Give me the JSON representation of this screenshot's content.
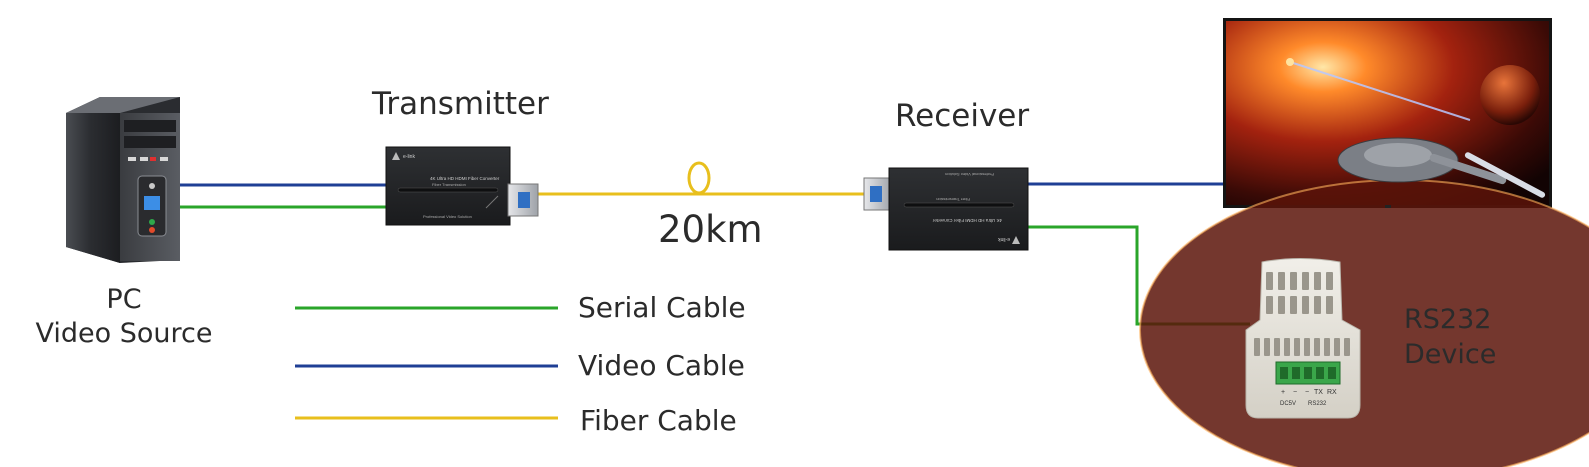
{
  "labels": {
    "pc_line1": "PC",
    "pc_line2": "Video Source",
    "transmitter": "Transmitter",
    "receiver": "Receiver",
    "distance": "20km",
    "rs232_line1": "RS232",
    "rs232_line2": "Device"
  },
  "legend": [
    {
      "label": "Serial Cable",
      "color": "#2aa52a"
    },
    {
      "label": "Video Cable",
      "color": "#1f3f95"
    },
    {
      "label": "Fiber Cable",
      "color": "#e8bf1d"
    }
  ],
  "device_text": {
    "brand": "e-link",
    "tx_title": "4K Ultra HD HDMI Fiber Converter",
    "tx_sub": "Fiber Transmission",
    "tx_footer": "Professional Video Solution",
    "rx_title": "4K Ultra HD HDMI Fiber Converter",
    "rx_sub": "Fiber Transmission",
    "rx_footer": "Professional Video Solution"
  },
  "rs232_terminals": {
    "pins": [
      "+",
      "−",
      "−",
      "TX",
      "RX"
    ],
    "dc_label": "DC5V",
    "rs_label": "RS232"
  },
  "colors": {
    "serial": "#2aa52a",
    "video": "#1f3f95",
    "fiber": "#e8bf1d"
  }
}
